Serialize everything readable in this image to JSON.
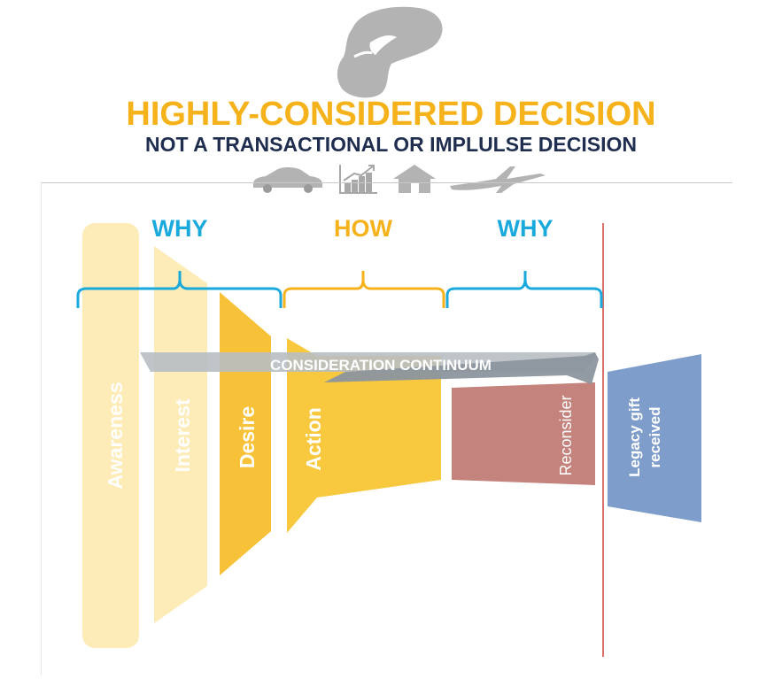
{
  "header": {
    "title": "HIGHLY-CONSIDERED DECISION",
    "subtitle": "NOT A TRANSACTIONAL OR IMPLULSE DECISION",
    "icons": [
      "car-icon",
      "growth-chart-icon",
      "house-icon",
      "airplane-icon"
    ]
  },
  "phases": [
    {
      "label": "WHY",
      "color": "#1aa9dc"
    },
    {
      "label": "HOW",
      "color": "#f6b21a"
    },
    {
      "label": "WHY",
      "color": "#1aa9dc"
    }
  ],
  "stages": [
    {
      "label": "Awareness",
      "color": "#fdebb8"
    },
    {
      "label": "Interest",
      "color": "#fdebb8"
    },
    {
      "label": "Desire",
      "color": "#f8c238"
    },
    {
      "label": "Action",
      "color": "#f8c93f"
    },
    {
      "label": "Reconsider",
      "color": "#c4837c"
    },
    {
      "label": "Legacy gift",
      "label2": "received",
      "color": "#7e9dcb"
    }
  ],
  "continuum": {
    "label": "CONSIDERATION CONTINUUM",
    "color": "#8c969e"
  },
  "colors": {
    "divider": "#d9736a",
    "title": "#f6b21a",
    "subtitle": "#1f2d4f"
  }
}
